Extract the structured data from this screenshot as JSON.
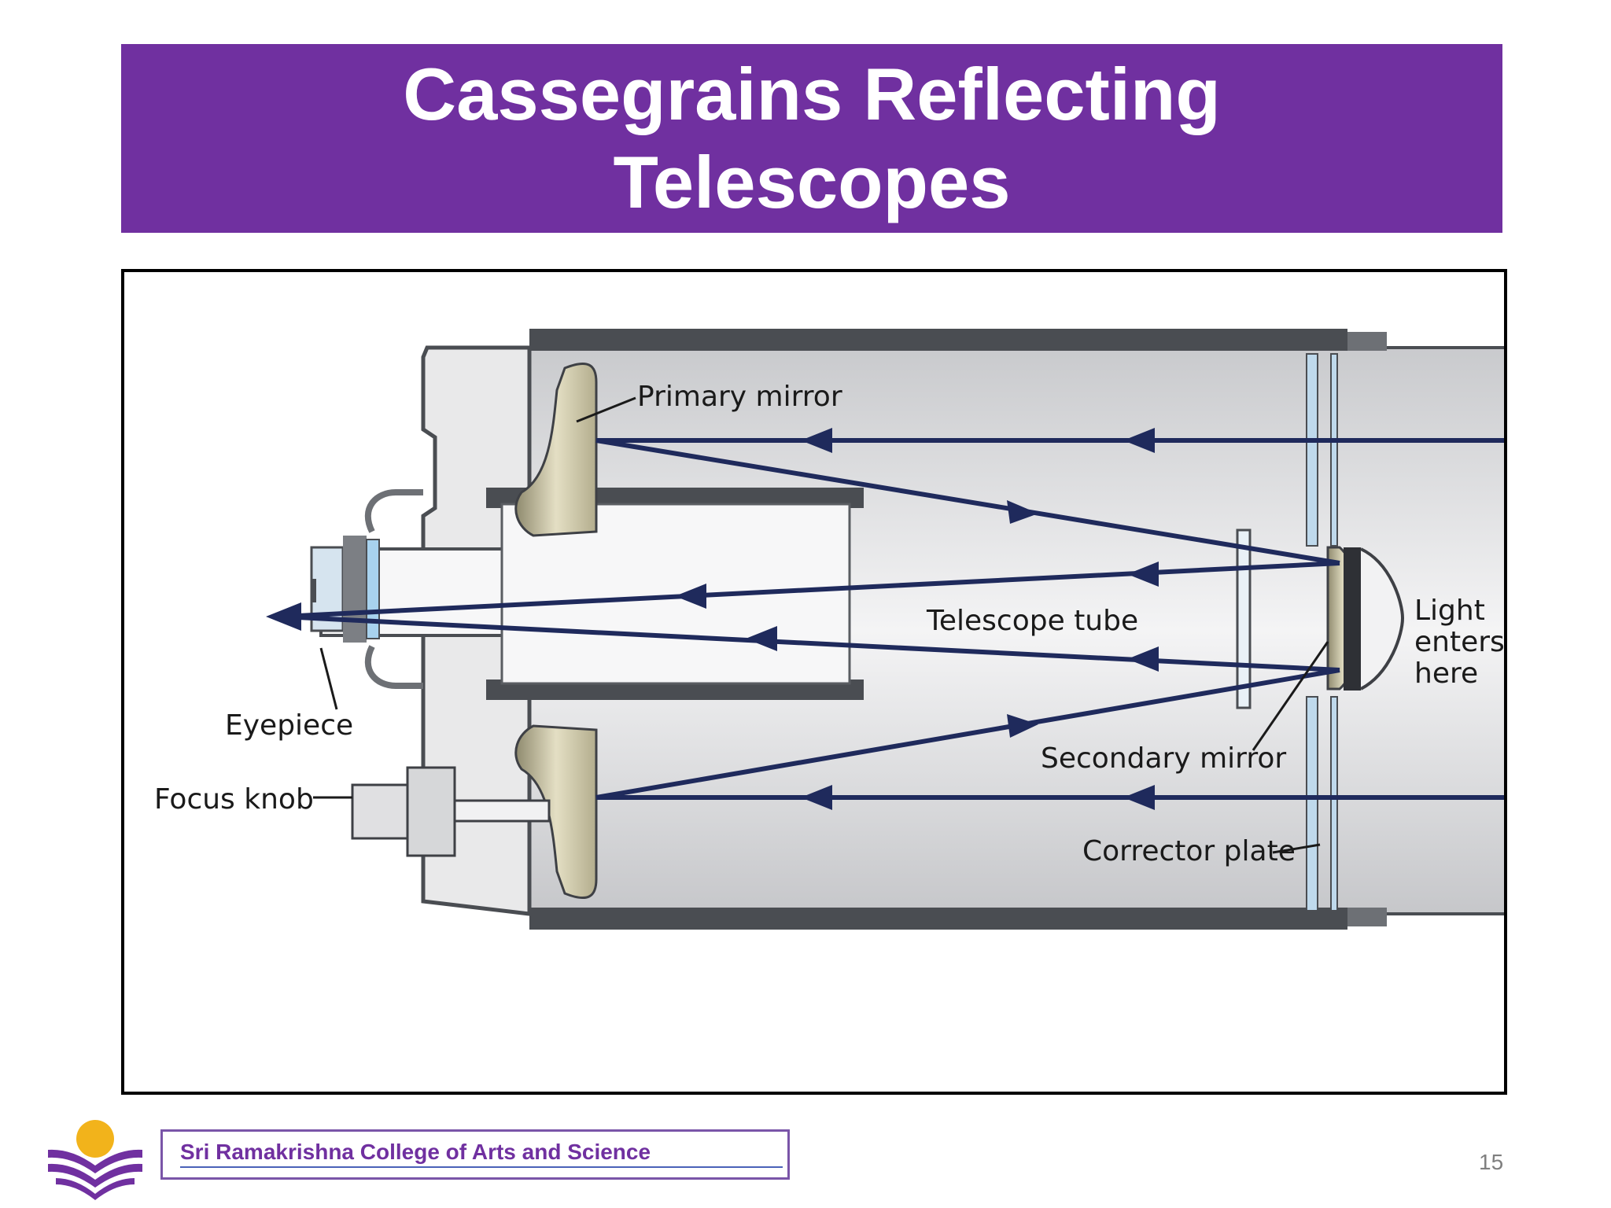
{
  "slide": {
    "title_lines": [
      "Cassegrains Reflecting",
      "Telescopes"
    ],
    "page_number": "15"
  },
  "diagram": {
    "labels": {
      "primary_mirror": "Primary mirror",
      "telescope_tube": "Telescope tube",
      "light_line1": "Light",
      "light_line2": "enters",
      "light_line3": "here",
      "eyepiece": "Eyepiece",
      "secondary_mirror": "Secondary mirror",
      "focus_knob": "Focus knob",
      "corrector_plate": "Corrector plate"
    }
  },
  "footer": {
    "college_name": "Sri Ramakrishna College of Arts and Science"
  },
  "colors": {
    "banner": "#7030a0",
    "ray": "#1f2a5c",
    "tube_dark": "#4a4d52",
    "mirror": "#cfc8a6"
  }
}
